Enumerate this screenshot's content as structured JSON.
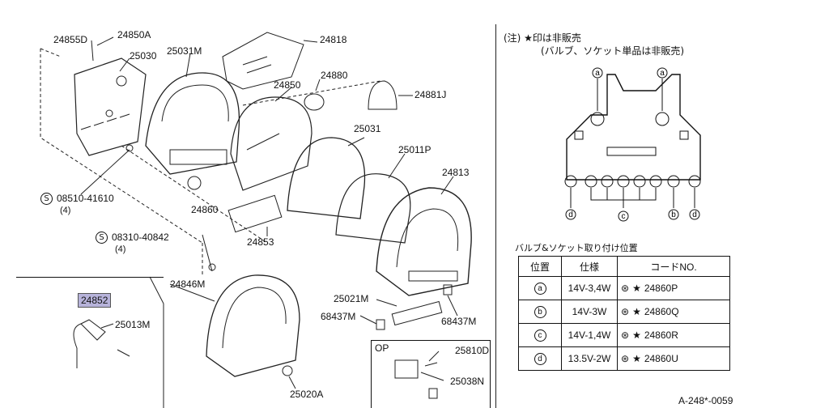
{
  "labels": {
    "p24855D": "24855D",
    "p24850A": "24850A",
    "p25030": "25030",
    "p25031M": "25031M",
    "p24818": "24818",
    "p24850": "24850",
    "p24880": "24880",
    "p24881J": "24881J",
    "p25031": "25031",
    "p25011P": "25011P",
    "p24813": "24813",
    "p08510": "08510-41610",
    "p08510_qty": "(4)",
    "p24860": "24860",
    "p24853": "24853",
    "p08310": "08310-40842",
    "p08310_qty": "(4)",
    "p24852": "24852",
    "p25013M": "25013M",
    "p24846M": "24846M",
    "p25021M": "25021M",
    "p68437M_a": "68437M",
    "p68437M_b": "68437M",
    "p25020A": "25020A",
    "p25810D": "25810D",
    "p25038N": "25038N",
    "s_mark": "S"
  },
  "op_box": {
    "label": "OP"
  },
  "notes": {
    "line1": "(注) ★印は非販売",
    "line2": "(バルブ、ソケット単品は非販売)"
  },
  "pcb_markers": {
    "a": "a",
    "b": "b",
    "c": "c",
    "d": "d"
  },
  "table": {
    "title": "バルブ&ソケット取り付け位置",
    "headers": {
      "position": "位置",
      "spec": "仕様",
      "code": "コードNO."
    },
    "rows": [
      {
        "pos": "a",
        "spec": "14V-3,4W",
        "code": "24860P"
      },
      {
        "pos": "b",
        "spec": "14V-3W",
        "code": "24860Q"
      },
      {
        "pos": "c",
        "spec": "14V-1,4W",
        "code": "24860R"
      },
      {
        "pos": "d",
        "spec": "13.5V-2W",
        "code": "24860U"
      }
    ]
  },
  "footer": "A-248*-0059"
}
